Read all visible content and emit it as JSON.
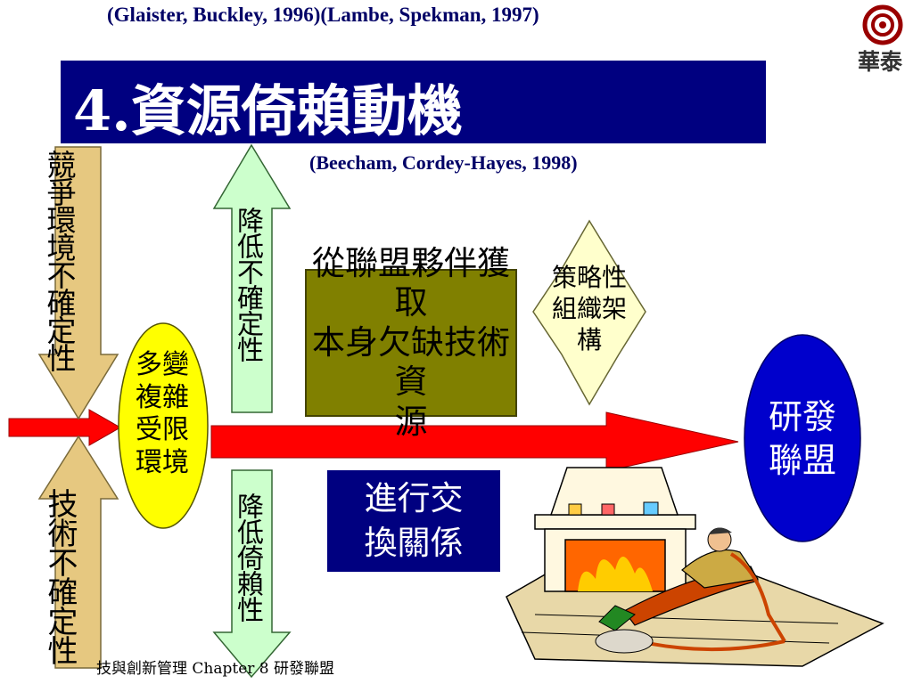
{
  "references": {
    "top": "(Glaister, Buckley, 1996)(Lambe, Spekman, 1997)",
    "middle": "(Beecham, Cordey-Hayes, 1998)"
  },
  "title": "4.資源倚賴動機",
  "left_arrows": {
    "top_label": "競爭環境不確定性",
    "bottom_label": "技術不確定性"
  },
  "green_arrows": {
    "top_label": "降低不確定性",
    "bottom_label": "降低倚賴性"
  },
  "environment_label": "多變複雜受限環境",
  "resource_box": "從聯盟夥伴獲取本身欠缺技術資源",
  "strategy_label": "策略性組織架構",
  "exchange_box": "進行交換關係",
  "alliance_label": "研發聯盟",
  "footer": "技與創新管理 Chapter 8 研發聯盟",
  "logo_text": "華泰",
  "colors": {
    "title_bar": "#000080",
    "reference_text": "#000066",
    "arrow_tan": "#e6c880",
    "arrow_green": "#ccffcc",
    "red_arrow": "#ff0000",
    "yellow": "#ffff00",
    "olive": "#808000",
    "alliance": "#0000cc",
    "hexagon": "#ffffcc"
  }
}
